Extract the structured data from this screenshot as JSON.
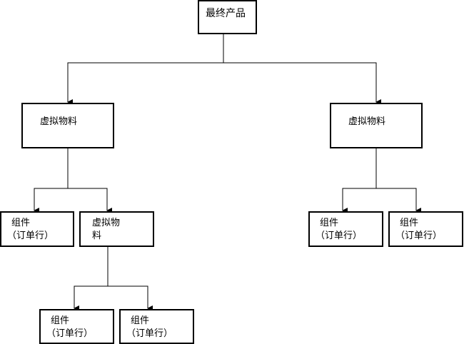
{
  "diagram": {
    "root": {
      "label": "最终产品"
    },
    "left_virtual": {
      "label": "虚拟物料"
    },
    "right_virtual": {
      "label": "虚拟物料"
    },
    "left_component": {
      "line1": "组件",
      "line2": "（订单行）"
    },
    "mid_virtual": {
      "line1": "虚拟物",
      "line2": "料"
    },
    "right_component_a": {
      "line1": "组件",
      "line2": "（订单行）"
    },
    "right_component_b": {
      "line1": "组件",
      "line2": "（订单行）"
    },
    "bottom_component_a": {
      "line1": "组件",
      "line2": "（订单行）"
    },
    "bottom_component_b": {
      "line1": "组件",
      "line2": "（订单行）"
    }
  }
}
